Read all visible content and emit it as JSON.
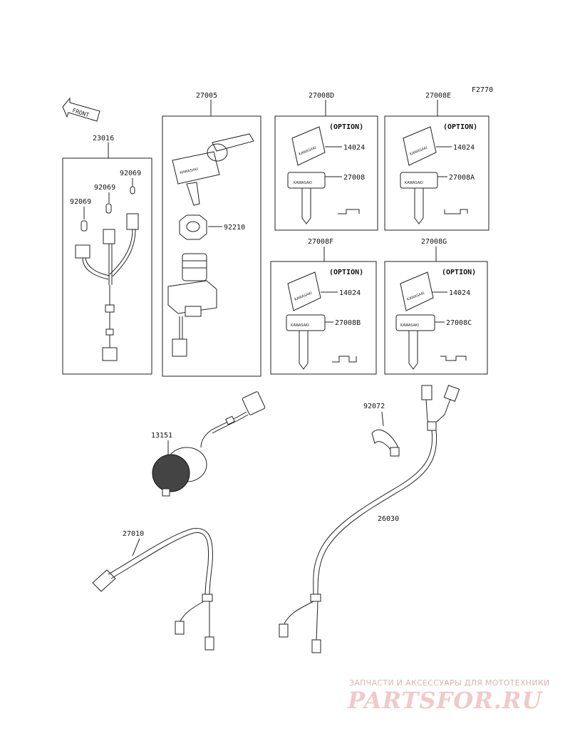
{
  "diagram": {
    "figure_code": "F2770",
    "front_marker": "FRONT",
    "brand_on_keys": "KAWASAKI",
    "option_text": "(OPTION)",
    "groups": {
      "g23016": "23016",
      "g27005": "27005",
      "g27008d": "27008D",
      "g27008e": "27008E",
      "g27008f": "27008F",
      "g27008g": "27008G"
    },
    "parts": {
      "p92069_a": "92069",
      "p92069_b": "92069",
      "p92069_c": "92069",
      "p92210": "92210",
      "p14024_d": "14024",
      "p27008": "27008",
      "p14024_e": "14024",
      "p27008a": "27008A",
      "p14024_f": "14024",
      "p27008b": "27008B",
      "p14024_g": "14024",
      "p27008c": "27008C",
      "p13151": "13151",
      "p92072": "92072",
      "p26030": "26030",
      "p27010": "27010"
    }
  },
  "watermark": {
    "tagline": "ЗАПЧАСТИ И АКСЕССУАРЫ ДЛЯ МОТОТЕХНИКИ",
    "site": "PARTSFOR.RU"
  }
}
